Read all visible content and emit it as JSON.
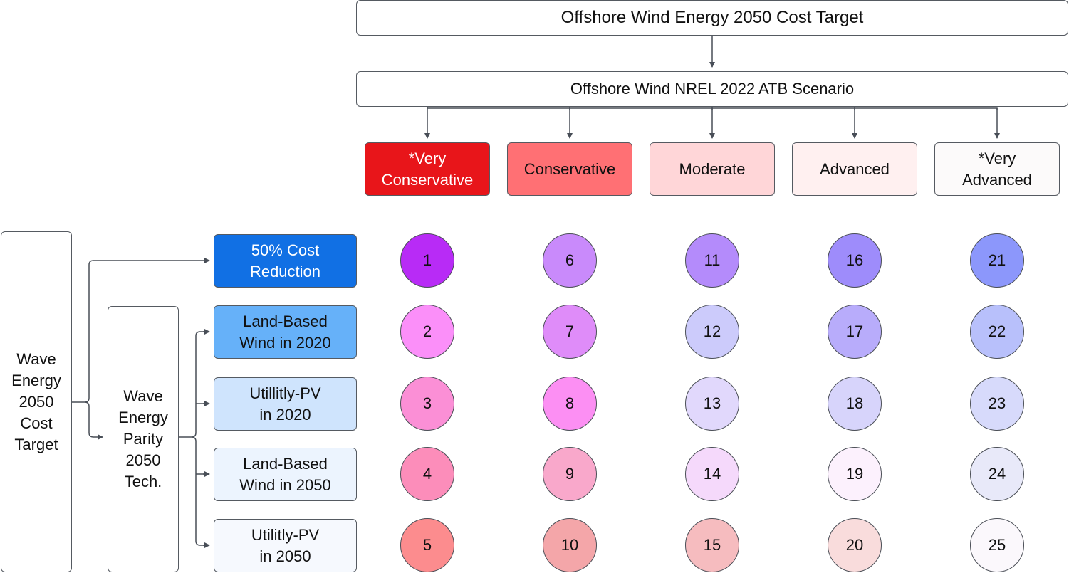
{
  "title": "Offshore Wind Energy 2050 Cost Target",
  "subtitle": "Offshore Wind NREL 2022 ATB Scenario",
  "scenarios": [
    {
      "label": "*Very\nConservative",
      "color": "#e8151a",
      "text_color": "#ffffff"
    },
    {
      "label": "Conservative",
      "color": "#ff7074",
      "text_color": "#111111"
    },
    {
      "label": "Moderate",
      "color": "#ffd6d8",
      "text_color": "#111111"
    },
    {
      "label": "Advanced",
      "color": "#fff0f0",
      "text_color": "#111111"
    },
    {
      "label": "*Very\nAdvanced",
      "color": "#fcfafa",
      "text_color": "#111111"
    }
  ],
  "wave_target": "Wave\nEnergy\n2050\nCost\nTarget",
  "wave_parity": "Wave\nEnergy\nParity\n2050\nTech.",
  "techs": [
    {
      "label": "50% Cost\nReduction",
      "color": "#1170e4",
      "text_color": "#ffffff"
    },
    {
      "label": "Land-Based\nWind in 2020",
      "color": "#66b1f9",
      "text_color": "#111111"
    },
    {
      "label": "Utillitly-PV\nin 2020",
      "color": "#cfe4fd",
      "text_color": "#111111"
    },
    {
      "label": "Land-Based\nWind in 2050",
      "color": "#ecf4fe",
      "text_color": "#111111"
    },
    {
      "label": "Utilitly-PV\nin 2050",
      "color": "#f6f9fe",
      "text_color": "#111111"
    }
  ],
  "grid": [
    [
      {
        "n": "1",
        "color": "#b82bf6"
      },
      {
        "n": "6",
        "color": "#c98afb"
      },
      {
        "n": "11",
        "color": "#b48bfb"
      },
      {
        "n": "16",
        "color": "#9e8cfb"
      },
      {
        "n": "21",
        "color": "#8c97fb"
      }
    ],
    [
      {
        "n": "2",
        "color": "#fb8ff9"
      },
      {
        "n": "7",
        "color": "#df8cf9"
      },
      {
        "n": "12",
        "color": "#cccbfb"
      },
      {
        "n": "17",
        "color": "#b8acfb"
      },
      {
        "n": "22",
        "color": "#b8c0fb"
      }
    ],
    [
      {
        "n": "3",
        "color": "#fb8fd6"
      },
      {
        "n": "8",
        "color": "#fc8ff3"
      },
      {
        "n": "13",
        "color": "#e1d8fc"
      },
      {
        "n": "18",
        "color": "#d7d4fb"
      },
      {
        "n": "23",
        "color": "#d7dafb"
      }
    ],
    [
      {
        "n": "4",
        "color": "#fc8dba"
      },
      {
        "n": "9",
        "color": "#f9a8cb"
      },
      {
        "n": "14",
        "color": "#f5d9fb"
      },
      {
        "n": "19",
        "color": "#fcf1fd"
      },
      {
        "n": "24",
        "color": "#e8e9f9"
      }
    ],
    [
      {
        "n": "5",
        "color": "#fc8c8e"
      },
      {
        "n": "10",
        "color": "#f4a6a9"
      },
      {
        "n": "15",
        "color": "#f6bcbf"
      },
      {
        "n": "20",
        "color": "#f9dcdc"
      },
      {
        "n": "25",
        "color": "#fbf8fc"
      }
    ]
  ]
}
